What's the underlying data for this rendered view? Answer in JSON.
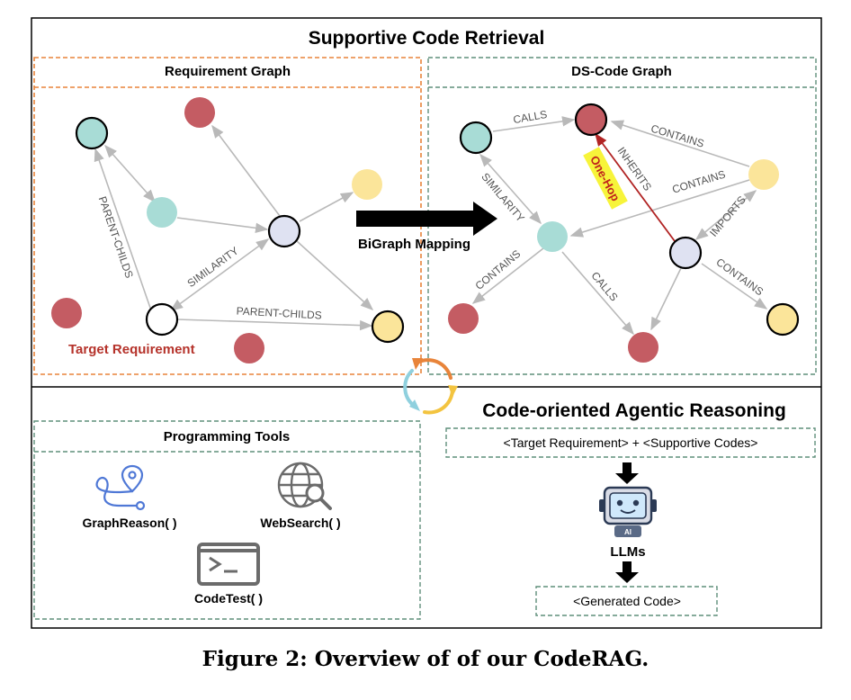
{
  "top_section": {
    "title": "Supportive Code Retrieval",
    "requirement_graph": {
      "title": "Requirement Graph",
      "edge_labels": {
        "parent_childs_1": "PARENT-CHILDS",
        "similarity": "SIMILARITY",
        "parent_childs_2": "PARENT-CHILDS"
      },
      "target_label": "Target Requirement"
    },
    "mapping_label": "BiGraph Mapping",
    "ds_code_graph": {
      "title": "DS-Code Graph",
      "edge_labels": {
        "calls_1": "CALLS",
        "contains_1": "CONTAINS",
        "inherits": "INHERITS",
        "contains_2": "CONTAINS",
        "similarity": "SIMILARITY",
        "imports": "IMPORTS",
        "contains_3": "CONTAINS",
        "contains_4": "CONTAINS",
        "calls_2": "CALLS"
      },
      "one_hop_label": "One-Hop"
    }
  },
  "bottom_section": {
    "programming_tools": {
      "title": "Programming Tools",
      "tools": {
        "graph_reason": "GraphReason( )",
        "web_search": "WebSearch( )",
        "code_test": "CodeTest( )"
      }
    },
    "reasoning": {
      "title": "Code-oriented Agentic Reasoning",
      "input_label": "<Target Requirement> + <Supportive Codes>",
      "llm_label": "LLMs",
      "output_label": "<Generated Code>"
    }
  },
  "caption": "Figure 2: Overview of of our CodeRAG.",
  "colors": {
    "teal": "#a8dcd6",
    "red": "#c45c63",
    "yellow": "#fbe59a",
    "lavender": "#dfe2f2",
    "orange_border": "#e8843a",
    "green_dash": "#5f8f7a",
    "one_hop_bg": "#f7f43a",
    "one_hop_text": "#c0241c",
    "target_red": "#b5322a"
  }
}
